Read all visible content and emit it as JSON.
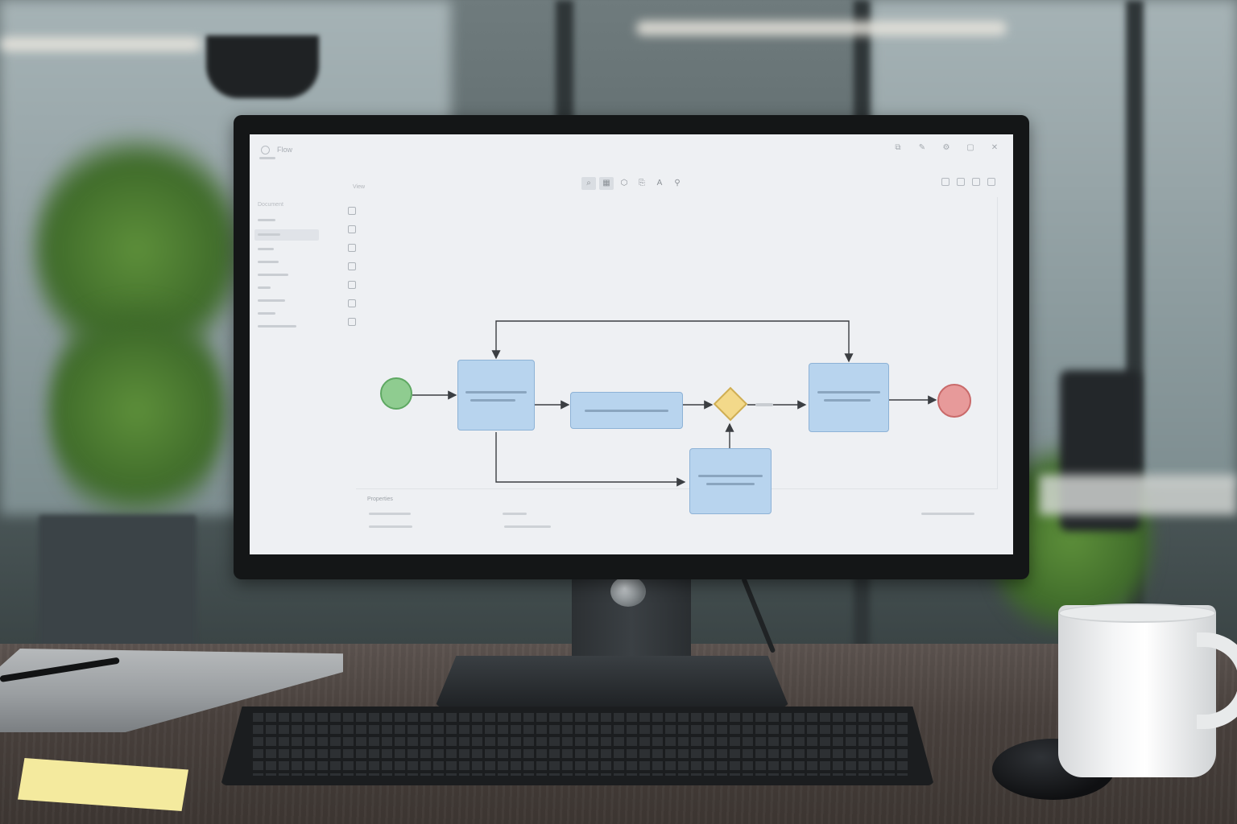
{
  "app": {
    "title": "Flow",
    "window_controls": [
      "⧉",
      "✎",
      "⚙",
      "▢",
      "✕"
    ]
  },
  "sidebar": {
    "header": "Document"
  },
  "toolbar": {
    "label": "View",
    "tools": [
      {
        "icon": "⌕",
        "name": "zoom"
      },
      {
        "icon": "▦",
        "name": "grid"
      },
      {
        "icon": "⬡",
        "name": "shape"
      },
      {
        "icon": "⎘",
        "name": "duplicate"
      },
      {
        "icon": "A",
        "name": "text"
      },
      {
        "icon": "⚲",
        "name": "pin"
      }
    ]
  },
  "bottom_panel": {
    "title": "Properties"
  },
  "diagram": {
    "start_color": "#8fcc90",
    "end_color": "#e79a9a",
    "task_color": "#b8d4ee",
    "gateway_color": "#f3d98a"
  }
}
